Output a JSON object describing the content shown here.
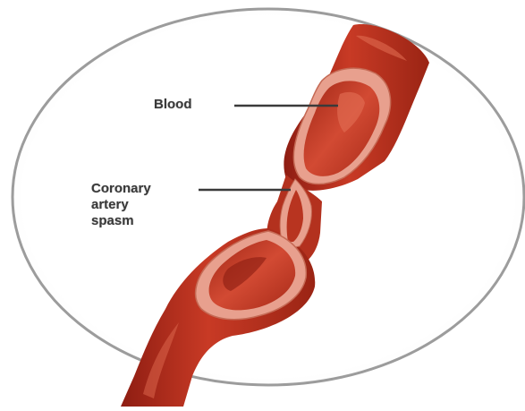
{
  "labels": {
    "blood": "Blood",
    "spasm_line1": "Coronary",
    "spasm_line2": "artery",
    "spasm_line3": "spasm"
  },
  "colors": {
    "vessel_outer": "#b8311f",
    "vessel_dark": "#8e1d12",
    "vessel_highlight": "#d9573f",
    "lumen": "#c13a28",
    "wall_pink": "#e8a08e",
    "oval_border": "#9c9c9c"
  }
}
